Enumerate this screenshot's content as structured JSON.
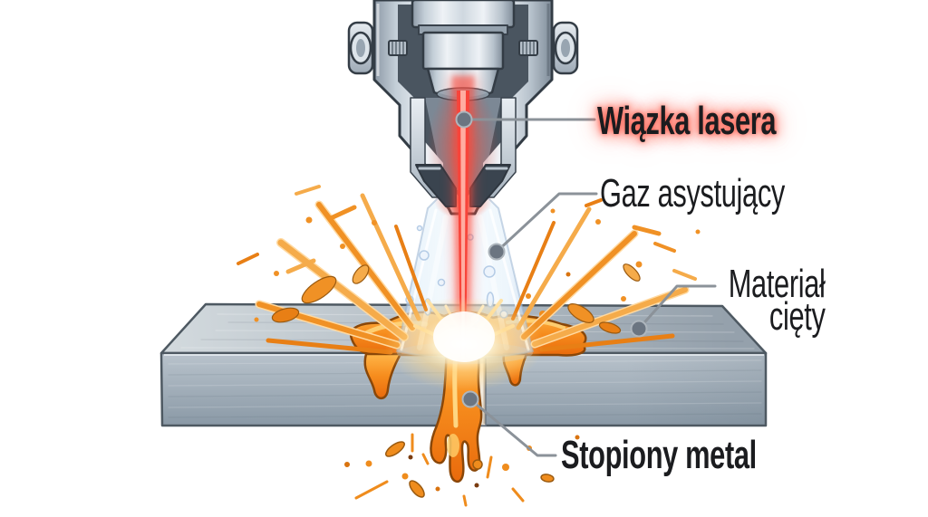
{
  "diagram": {
    "type": "laser-cutting-cross-section",
    "language": "pl",
    "background": "#ffffff",
    "labels": {
      "laser_beam": {
        "text": "Wiązka lasera"
      },
      "assist_gas": {
        "text": "Gaz asystujący"
      },
      "cut_material": {
        "text": "Materiał cięty",
        "line1": "Materiał",
        "line2": "cięty"
      },
      "molten_metal": {
        "text": "Stopiony metal"
      }
    },
    "parts": [
      "laser-cutting-head",
      "focusing-lens-barrel",
      "laser-beam",
      "assist-gas-cone",
      "metal-plate",
      "kerf",
      "molten-metal-flow",
      "sparks",
      "spatter-droplets"
    ],
    "colors": {
      "laser_red": "#f8443a",
      "laser_glow": "#ff5a4a",
      "gas_blue": "#dbe8f6",
      "spark_orange": "#f09125",
      "spark_cream": "#ffd9a0",
      "molten_orange": "#ef7d12",
      "molten_highlight": "#ffd87e",
      "steel_light": "#cdd5dc",
      "steel_dark": "#7f8c99",
      "head_slate": "#4a5560",
      "label_text": "#1b1c1f",
      "leader_gray": "#8b9299"
    }
  }
}
